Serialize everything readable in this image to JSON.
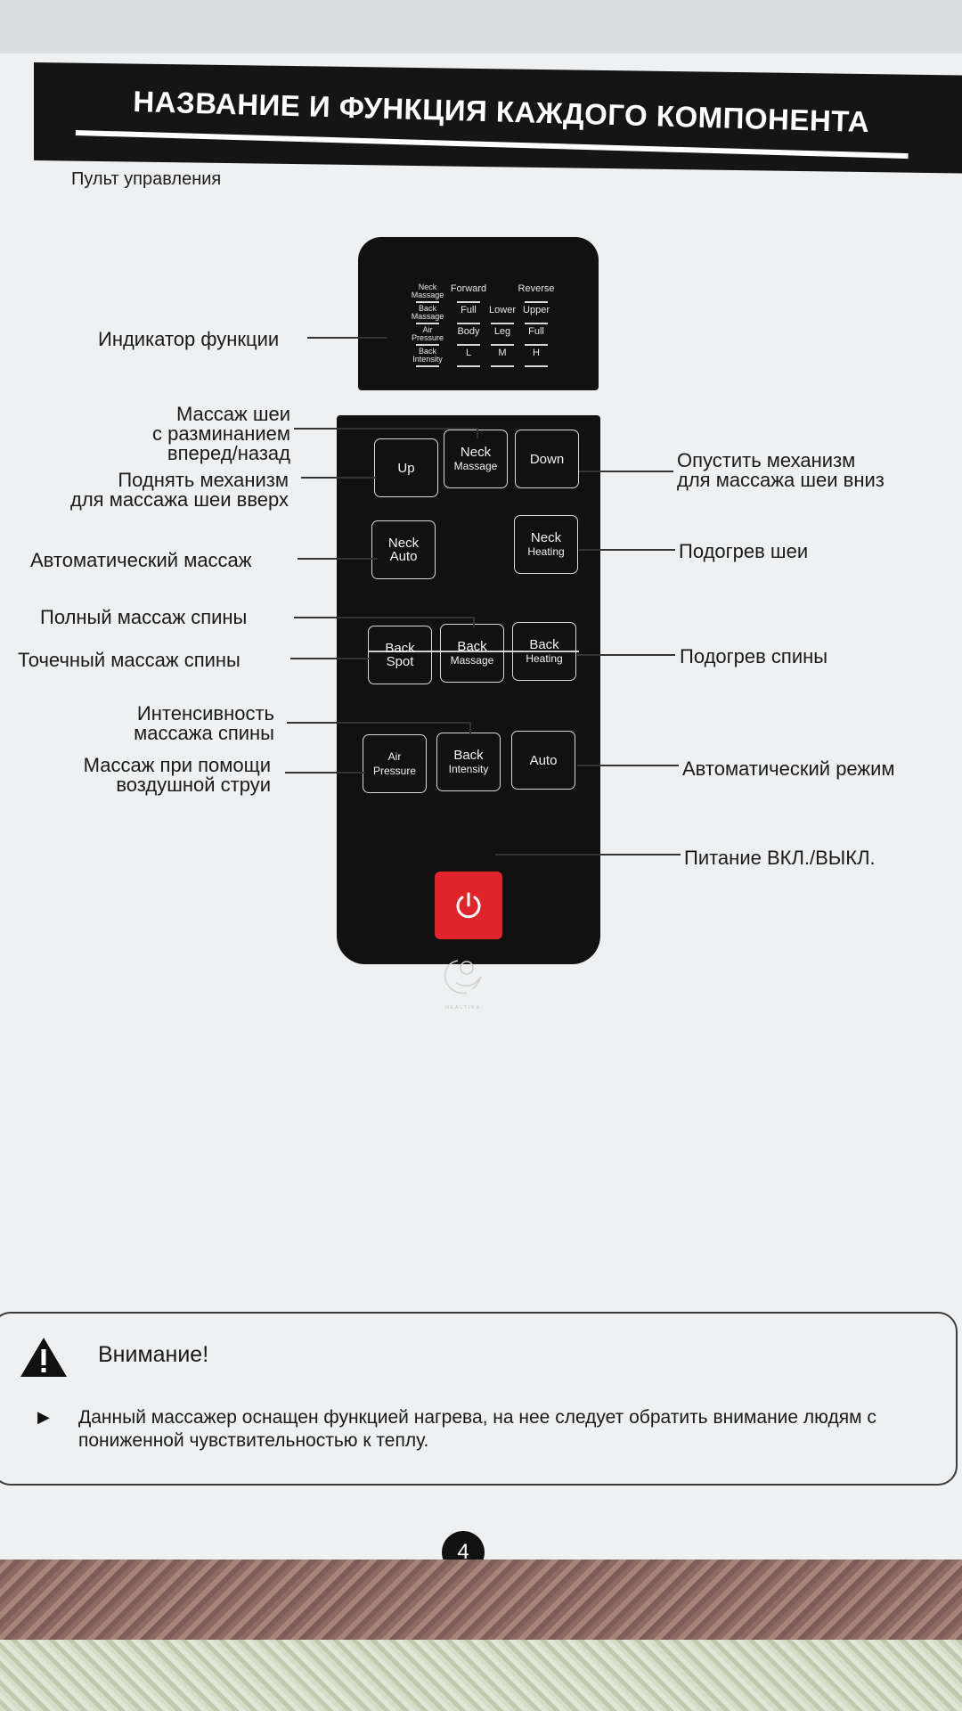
{
  "header": {
    "title": "НАЗВАНИЕ И ФУНКЦИЯ КАЖДОГО КОМПОНЕНТА"
  },
  "subtitle": "Пульт управления",
  "indicator_panel": {
    "rows": [
      [
        "Neck Massage",
        "Forward",
        "",
        "Reverse"
      ],
      [
        "Back Massage",
        "Full",
        "Lower",
        "Upper"
      ],
      [
        "Air Pressure",
        "Body",
        "Leg",
        "Full"
      ],
      [
        "Back Intensity",
        "L",
        "M",
        "H"
      ]
    ]
  },
  "buttons": {
    "up": "Up",
    "neck_massage_1": "Neck",
    "neck_massage_2": "Massage",
    "down": "Down",
    "neck_auto_1": "Neck",
    "neck_auto_2": "Auto",
    "neck_heating_1": "Neck",
    "neck_heating_2": "Heating",
    "back_spot_1": "Back",
    "back_spot_2": "Spot",
    "back_massage_1": "Back",
    "back_massage_2": "Massage",
    "back_heating_1": "Back",
    "back_heating_2": "Heating",
    "air_pressure_1": "Air",
    "air_pressure_2": "Pressure",
    "back_intensity_1": "Back",
    "back_intensity_2": "Intensity",
    "auto": "Auto"
  },
  "brand": "HEALTIKA",
  "labels": {
    "function_indicator": "Индикатор функции",
    "neck_kneading_1": "Массаж шеи",
    "neck_kneading_2": "с разминанием",
    "neck_kneading_3": "вперед/назад",
    "raise_1": "Поднять механизм",
    "raise_2": "для массажа шеи вверх",
    "lower_1": "Опустить механизм",
    "lower_2": "для массажа шеи вниз",
    "auto_massage": "Автоматический массаж",
    "neck_heat": "Подогрев шеи",
    "full_back": "Полный массаж спины",
    "spot_back": "Точечный массаж спины",
    "back_heat": "Подогрев спины",
    "intensity_1": "Интенсивность",
    "intensity_2": "массажа спины",
    "air_1": "Массаж при помощи",
    "air_2": "воздушной струи",
    "auto_mode": "Автоматический режим",
    "power": "Питание ВКЛ./ВЫКЛ."
  },
  "warning": {
    "title": "Внимание!",
    "text": "Данный массажер оснащен функцией нагрева, на нее следует обратить внимание людям с пониженной чувствительностью к теплу."
  },
  "page_number": "4",
  "colors": {
    "power_red": "#e0242c",
    "remote": "#111111"
  }
}
